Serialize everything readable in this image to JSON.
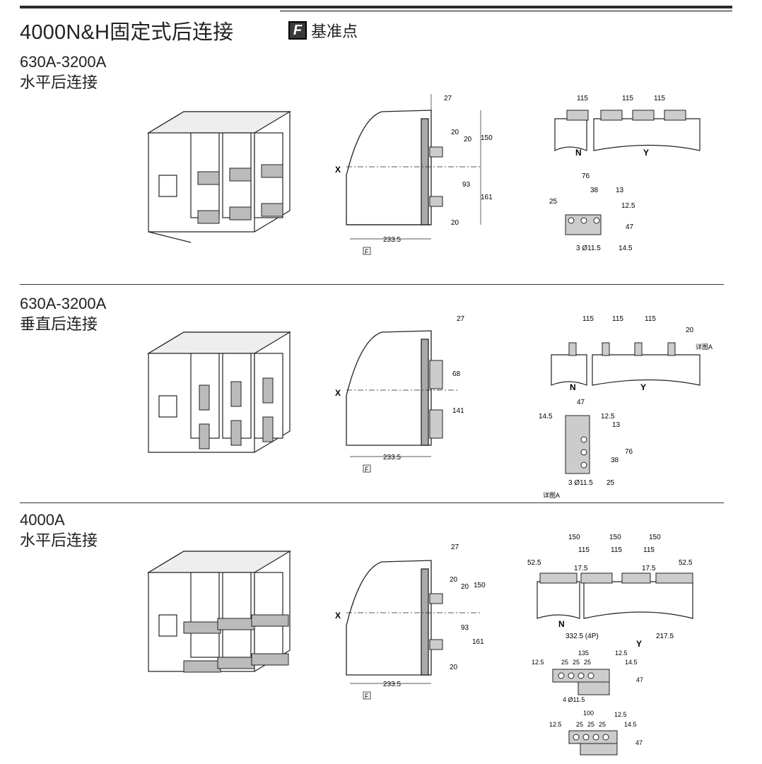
{
  "header": {
    "title": "4000N&H固定式后连接",
    "ref_letter": "F",
    "ref_label": "基准点"
  },
  "sections": [
    {
      "range": "630A-3200A",
      "connection": "水平后连接",
      "side": {
        "top": "27",
        "d1": "20",
        "d2": "20",
        "d3": "150",
        "d4": "93",
        "d5": "161",
        "d6": "20",
        "depth": "233.5",
        "x": "X",
        "f": "F"
      },
      "top": {
        "p1": "115",
        "p2": "115",
        "p3": "115",
        "n": "N",
        "y": "Y"
      },
      "detail": {
        "w": "76",
        "p": "38",
        "t": "13",
        "e": "25",
        "r": "12.5",
        "h": "47",
        "b": "14.5",
        "holes": "3 Ø11.5"
      }
    },
    {
      "range": "630A-3200A",
      "connection": "垂直后连接",
      "side": {
        "top": "27",
        "d1": "68",
        "d2": "141",
        "depth": "233.5",
        "x": "X",
        "f": "F"
      },
      "top": {
        "p1": "115",
        "p2": "115",
        "p3": "115",
        "w": "20",
        "detail_ref": "详图A",
        "n": "N",
        "y": "Y"
      },
      "detail": {
        "w": "47",
        "e": "14.5",
        "r": "12.5",
        "t": "13",
        "h": "76",
        "p": "38",
        "b": "25",
        "holes": "3 Ø11.5",
        "caption": "详图A"
      }
    },
    {
      "range": "4000A",
      "connection": "水平后连接",
      "side": {
        "top": "27",
        "d1": "20",
        "d2": "20",
        "d3": "150",
        "d4": "93",
        "d5": "161",
        "d6": "20",
        "depth": "233.5",
        "x": "X",
        "f": "F"
      },
      "top": {
        "q1": "150",
        "q2": "150",
        "q3": "150",
        "p1": "115",
        "p2": "115",
        "p3": "115",
        "l": "52.5",
        "r": "52.5",
        "m1": "17.5",
        "m2": "17.5",
        "n": "N",
        "y": "Y",
        "w4p": "332.5 (4P)",
        "wr": "217.5"
      },
      "detail1": {
        "w": "135",
        "r": "12.5",
        "e": "12.5",
        "p1": "25",
        "p2": "25",
        "p3": "25",
        "b": "14.5",
        "h": "47",
        "holes": "4 Ø11.5"
      },
      "detail2": {
        "w": "100",
        "r": "12.5",
        "e": "12.5",
        "p1": "25",
        "p2": "25",
        "p3": "25",
        "b": "14.5",
        "h": "47"
      }
    }
  ]
}
